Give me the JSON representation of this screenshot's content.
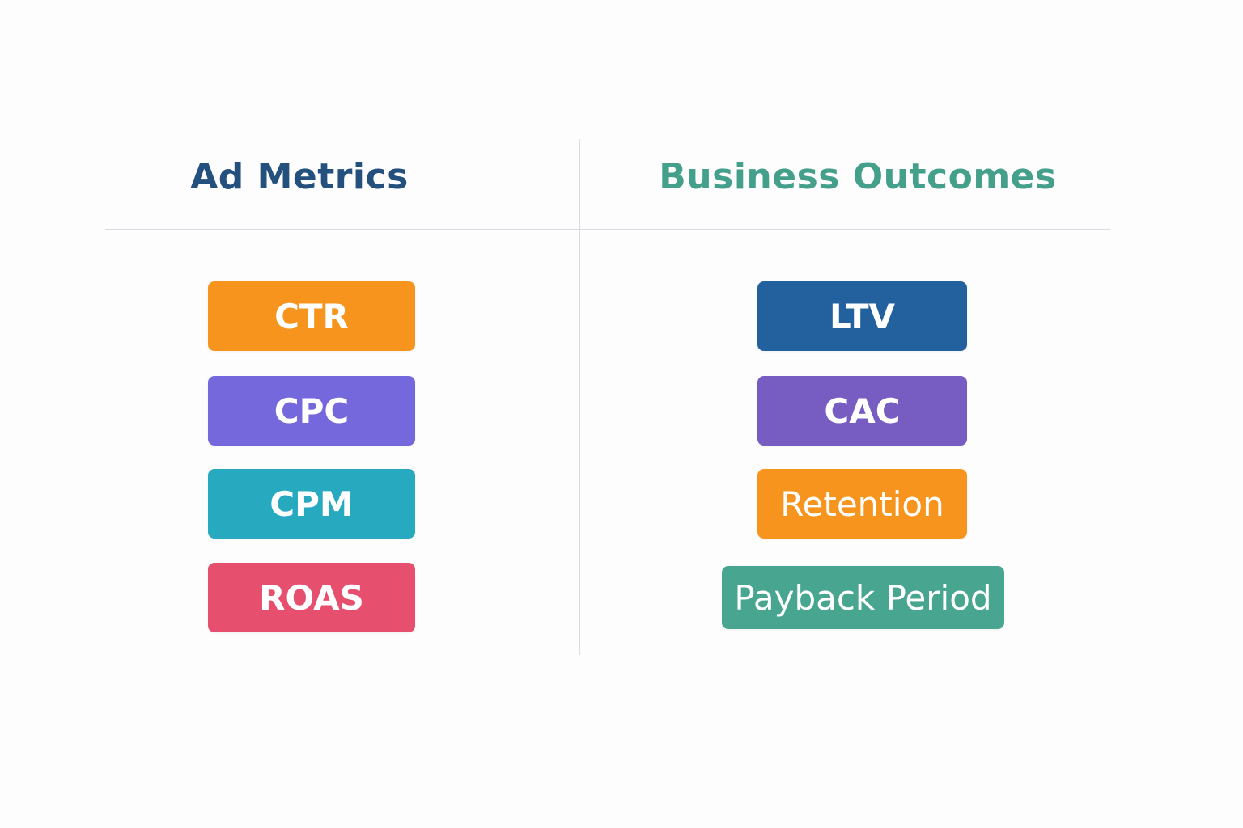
{
  "left_column": {
    "title": "Ad Metrics",
    "title_color": "#24507e",
    "items": [
      {
        "label": "CTR",
        "color": "#f7941d"
      },
      {
        "label": "CPC",
        "color": "#7567dc"
      },
      {
        "label": "CPM",
        "color": "#27a9c0"
      },
      {
        "label": "ROAS",
        "color": "#e6506e"
      }
    ]
  },
  "right_column": {
    "title": "Business Outcomes",
    "title_color": "#44a08a",
    "items": [
      {
        "label": "LTV",
        "color": "#22609e"
      },
      {
        "label": "CAC",
        "color": "#775cc2"
      },
      {
        "label": "Retention",
        "color": "#f7941d"
      },
      {
        "label": "Payback Period",
        "color": "#48a690"
      }
    ]
  }
}
